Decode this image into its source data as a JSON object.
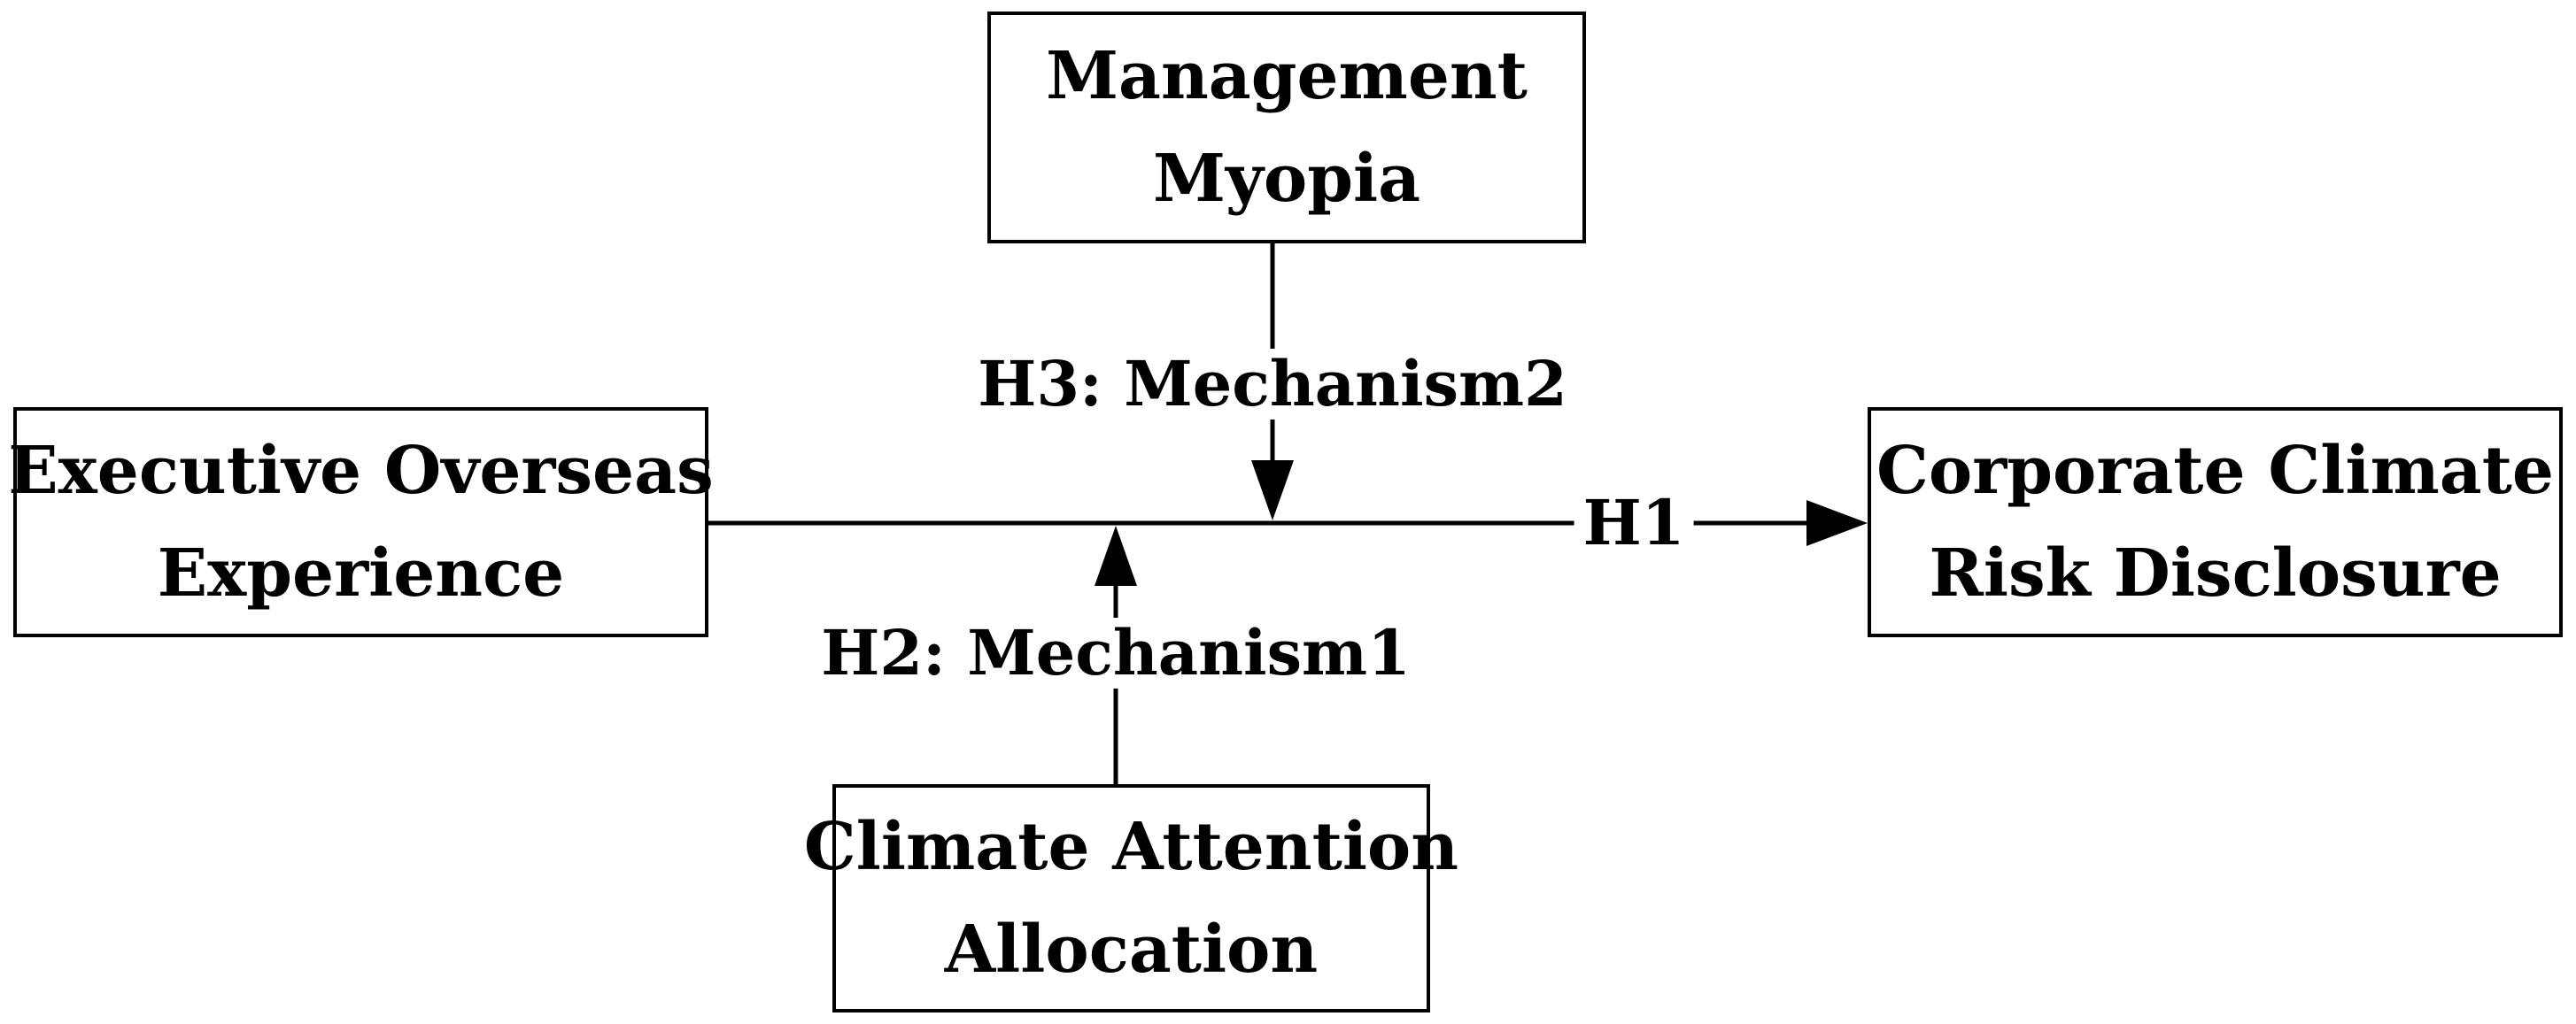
{
  "nodes": {
    "management_myopia": {
      "lines": [
        "Management",
        "Myopia"
      ]
    },
    "executive_overseas_experience": {
      "lines": [
        "Executive Overseas",
        "Experience"
      ]
    },
    "corporate_climate_risk_disclosure": {
      "lines": [
        "Corporate Climate",
        "Risk Disclosure"
      ]
    },
    "climate_attention_allocation": {
      "lines": [
        "Climate Attention",
        "Allocation"
      ]
    }
  },
  "edges": {
    "h1": {
      "label": "H1"
    },
    "h2": {
      "label": "H2: Mechanism1"
    },
    "h3": {
      "label": "H3: Mechanism2"
    }
  },
  "colors": {
    "stroke": "#000000",
    "background": "#ffffff"
  }
}
